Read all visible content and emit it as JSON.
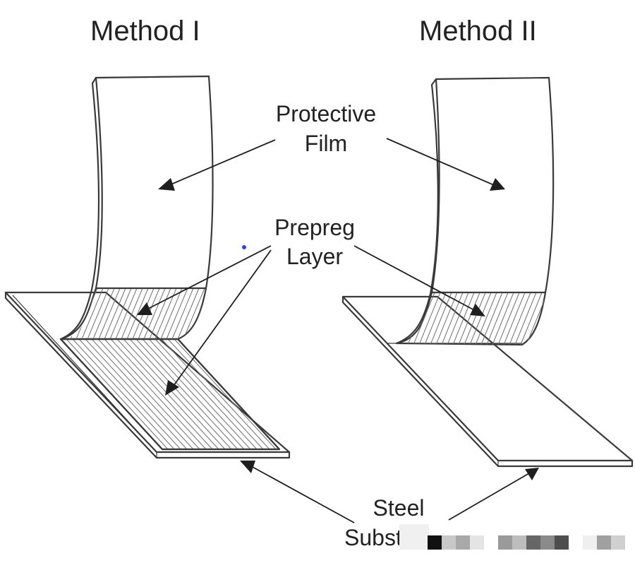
{
  "titles": {
    "method_1": "Method I",
    "method_2": "Method II"
  },
  "labels": {
    "protective_film": [
      "Protective",
      "Film"
    ],
    "prepreg_layer": [
      "Prepreg",
      "Layer"
    ],
    "steel_substrate": [
      "Steel",
      "Subst"
    ]
  },
  "colors": {
    "line": "#3a3a3a",
    "arrow": "#1e1e1e",
    "background": "#ffffff",
    "dot": "#3344cc"
  }
}
